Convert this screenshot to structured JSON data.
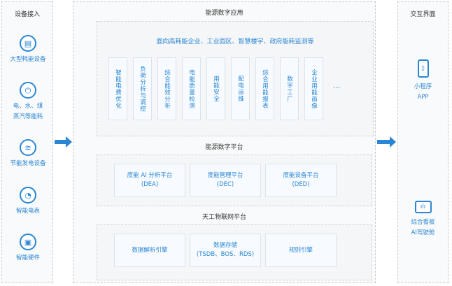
{
  "left": {
    "title": "设备接入",
    "items": [
      {
        "label": "大型耗能设备",
        "icon": "machine-icon"
      },
      {
        "label": "电、水、煤",
        "label2": "蒸汽等能耗",
        "icon": "plug-icon"
      },
      {
        "label": "节能发电设备",
        "icon": "waves-icon"
      },
      {
        "label": "智能电表",
        "icon": "meter-icon"
      },
      {
        "label": "智能硬件",
        "icon": "chip-icon"
      }
    ]
  },
  "middle": {
    "title": "能源数字应用",
    "subtitle": "面向高耗能企业、工业园区、智慧楼宇、政府能耗监测等",
    "apps": [
      "智能电费优化",
      "负荷分析与调控",
      "综合能效分析",
      "电能质量检测",
      "用能安全",
      "配电运维",
      "综合用能报表",
      "数字工厂",
      "企业用能画像"
    ],
    "more": "…",
    "platform_title": "能源数字平台",
    "platforms": [
      {
        "name": "度能 AI 分析平台",
        "code": "(DEA)"
      },
      {
        "name": "度能管理平台",
        "code": "(DEC)"
      },
      {
        "name": "度能设备平台",
        "code": "(DED)"
      }
    ],
    "iot_title": "天工物联网平台",
    "iot": [
      {
        "name": "数据解析引擎",
        "code": ""
      },
      {
        "name": "数据存储",
        "code": "(TSDB、BOS、RDS)"
      },
      {
        "name": "规则引擎",
        "code": ""
      }
    ]
  },
  "right": {
    "title": "交互界面",
    "items": [
      {
        "label": "小程序",
        "label2": "APP",
        "icon": "phone-chart-icon"
      },
      {
        "label": "综合看板",
        "label2": "AI驾驶舱",
        "icon": "dashboard-icon"
      }
    ]
  },
  "colors": {
    "accent": "#2a86d4"
  }
}
